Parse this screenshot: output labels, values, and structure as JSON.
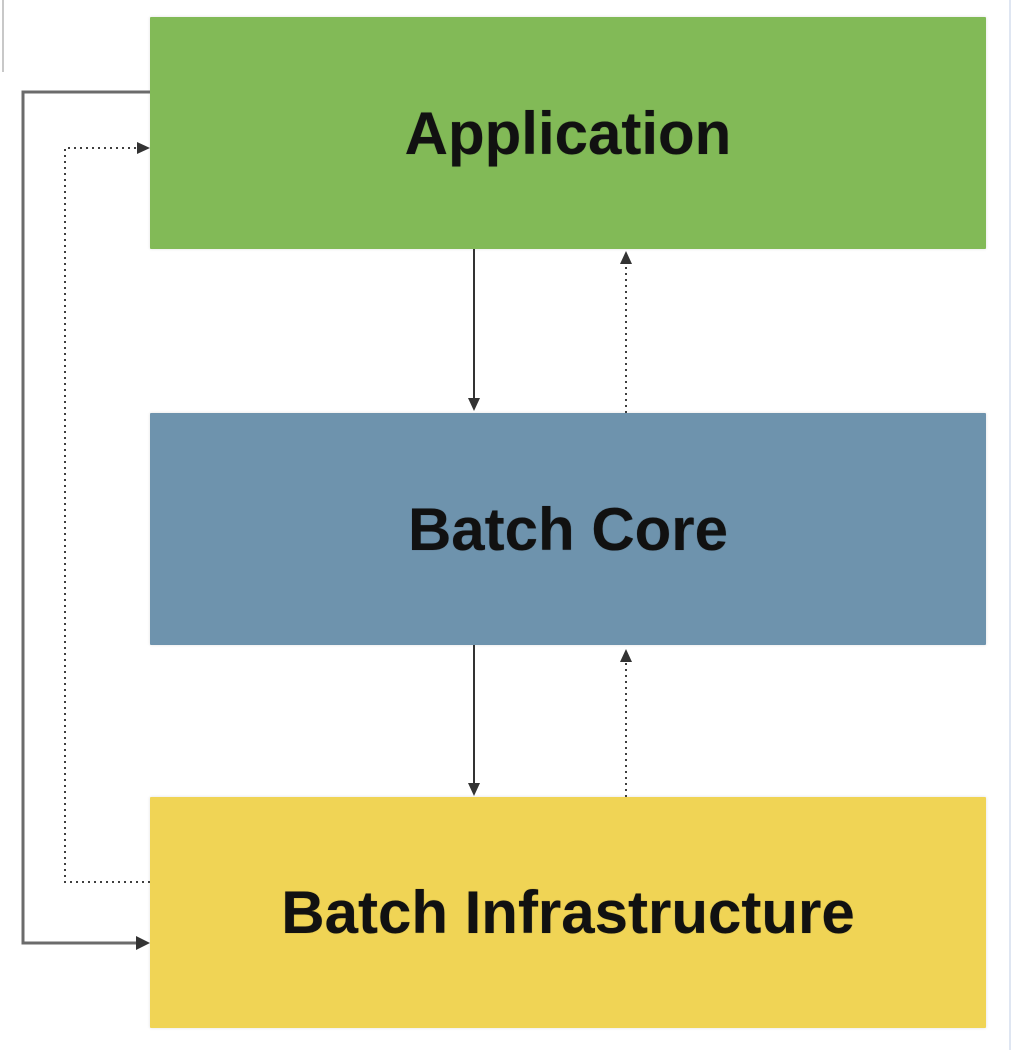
{
  "colors": {
    "layer-application": "#82BA57",
    "layer-batch-core": "#6E93AD",
    "layer-batch-infrastructure": "#F0D455",
    "label-text": "#111111",
    "connector-solid": "#6b6b6b",
    "connector-dashed": "#3f3f3f",
    "arrow": "#333333",
    "edge-left": "#c8c8c8",
    "edge-right": "#dfe6f2",
    "background": "#ffffff"
  },
  "diagram": {
    "layers": [
      {
        "label": "Application",
        "color": "#82BA57"
      },
      {
        "label": "Batch Core",
        "color": "#6E93AD"
      },
      {
        "label": "Batch Infrastructure",
        "color": "#F0D455"
      }
    ],
    "connectors": [
      {
        "from": "Application",
        "to": "Batch Core",
        "style": "solid"
      },
      {
        "from": "Batch Core",
        "to": "Application",
        "style": "dotted"
      },
      {
        "from": "Batch Core",
        "to": "Batch Infrastructure",
        "style": "solid"
      },
      {
        "from": "Batch Infrastructure",
        "to": "Batch Core",
        "style": "dotted"
      },
      {
        "from": "Application",
        "to": "Batch Infrastructure",
        "style": "solid"
      },
      {
        "from": "Batch Infrastructure",
        "to": "Application",
        "style": "dotted"
      }
    ]
  }
}
